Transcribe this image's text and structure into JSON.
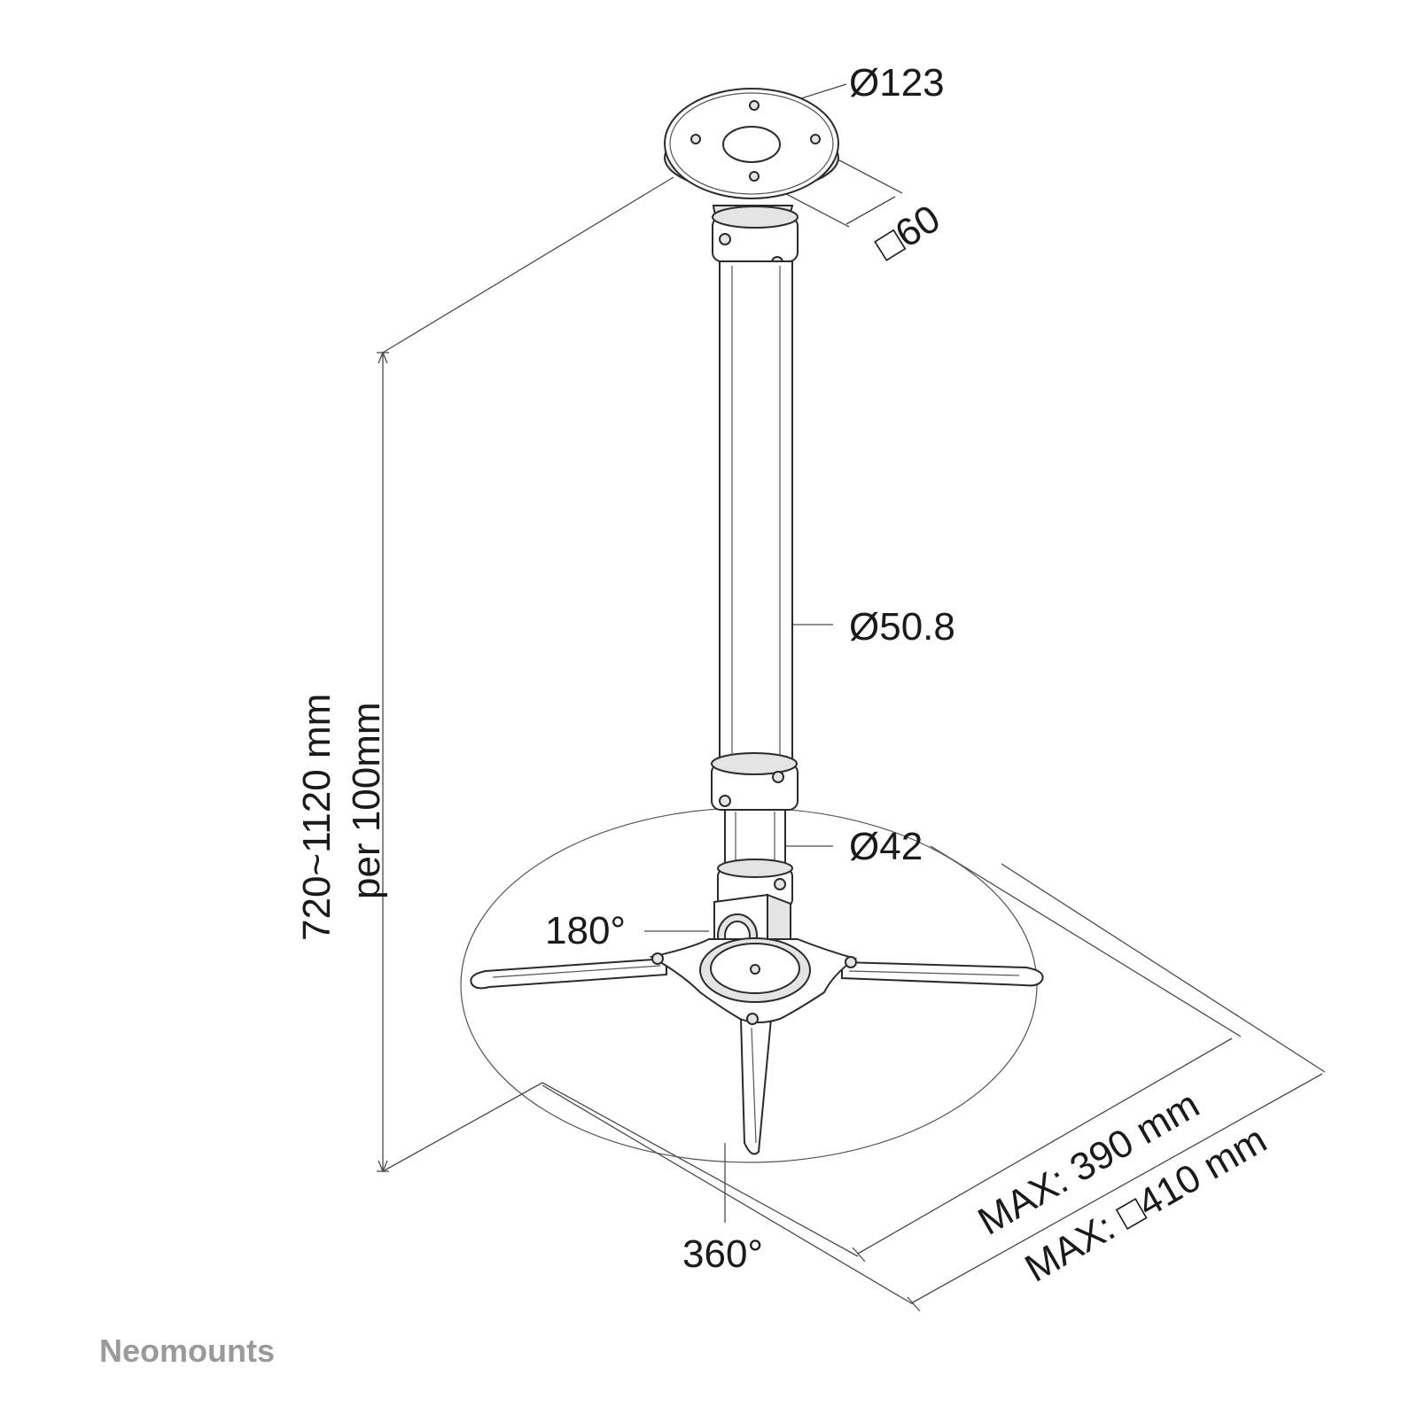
{
  "labels": {
    "plate_diameter": "Ø123",
    "plate_square": "□60",
    "tube_upper_diameter": "Ø50.8",
    "tube_lower_diameter": "Ø42",
    "height_range": "720~1120 mm",
    "height_step": "per 100mm",
    "tilt": "180°",
    "rotation": "360°",
    "max_span": "MAX: 390 mm",
    "max_square": "MAX: □410 mm"
  },
  "brand": "Neomounts",
  "icons": [
    "ceiling-plate-icon",
    "extension-tube-icon",
    "tilt-joint-icon",
    "spider-bracket-icon"
  ]
}
